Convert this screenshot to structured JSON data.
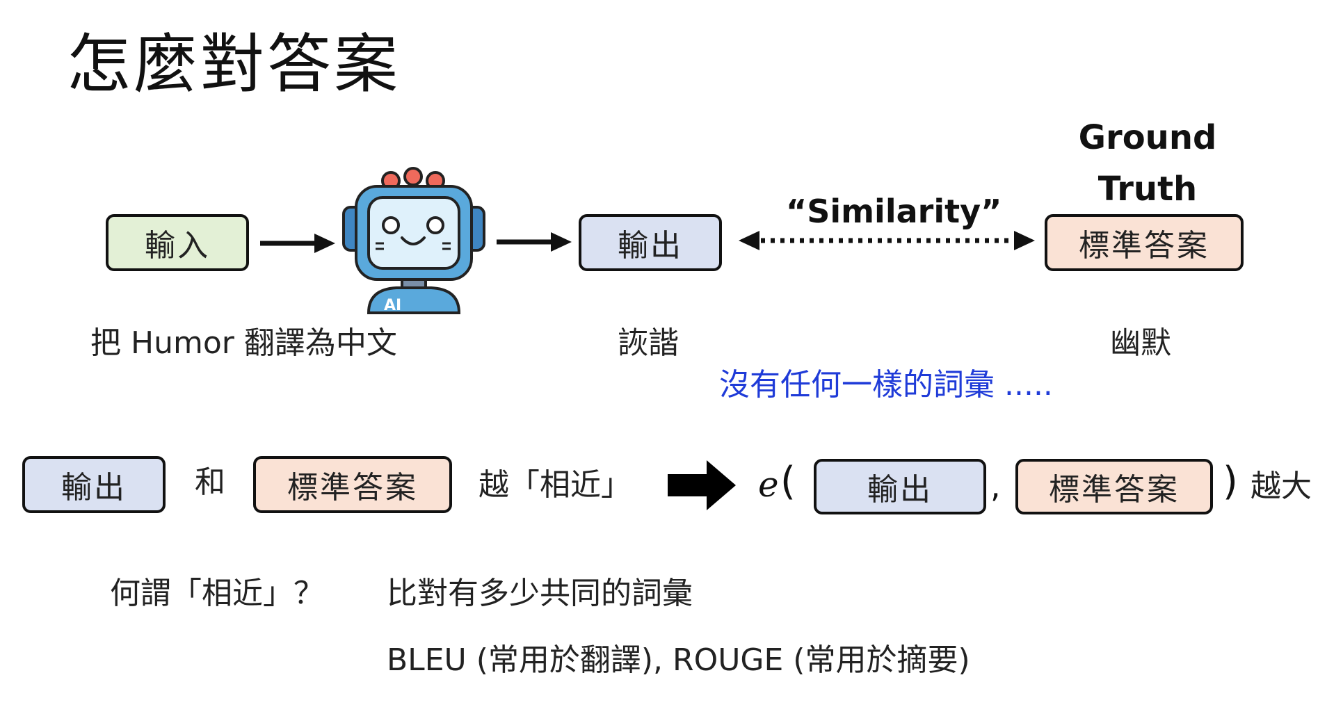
{
  "title": "怎麼對答案",
  "top_row": {
    "input_box": "輸入",
    "output_box": "輸出",
    "ground_truth_label_line1": "Ground",
    "ground_truth_label_line2": "Truth",
    "reference_box": "標準答案",
    "similarity_label": "“Similarity”",
    "robot_badge": "AI",
    "input_caption": "把 Humor 翻譯為中文",
    "output_caption": "詼諧",
    "reference_caption": "幽默",
    "no_overlap_note": "沒有任何一樣的詞彙 ....."
  },
  "middle_row": {
    "output_box": "輸出",
    "and_word": "和",
    "reference_box": "標準答案",
    "closer_text": "越「相近」",
    "func_e": "e",
    "open_paren": "(",
    "output_box_2": "輸出",
    "comma": ",",
    "reference_box_2": "標準答案",
    "close_paren": ")",
    "bigger_text": "越大"
  },
  "bottom": {
    "question": "何謂「相近」？",
    "answer": "比對有多少共同的詞彙",
    "metrics": "BLEU (常用於翻譯), ROUGE (常用於摘要)"
  },
  "colors": {
    "input_fill": "#e3f0d6",
    "output_fill": "#dae1f2",
    "reference_fill": "#fae2d5",
    "note_color": "#1f3bd8",
    "robot_blue": "#5aa9dc"
  }
}
